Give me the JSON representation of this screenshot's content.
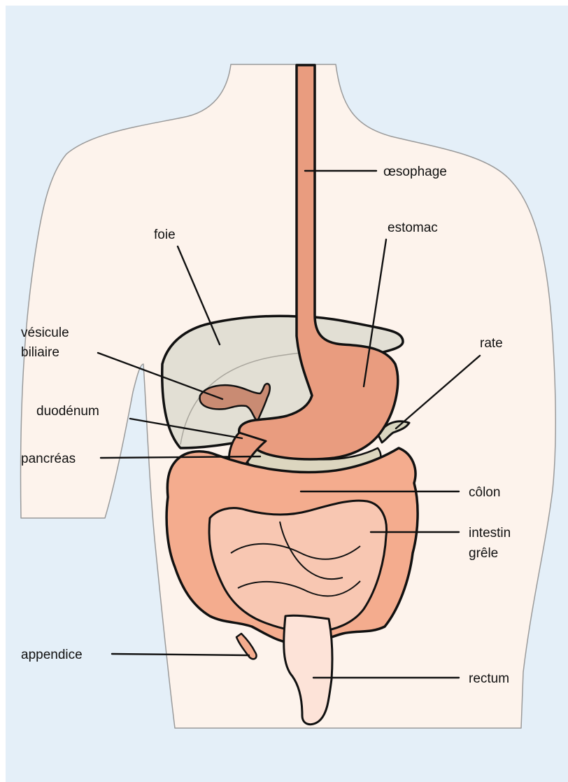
{
  "colors": {
    "background": "#e4eff8",
    "body": "#fdf3ec",
    "body_outline": "#9a9a9a",
    "liver": "#e2dfd4",
    "gallbladder": "#c98b73",
    "esophagus_stomach": "#e99c7f",
    "spleen": "#d9d6c0",
    "pancreas": "#dcd6bf",
    "colon": "#f4ac8e",
    "small_intestine": "#f8c7b2",
    "rectum": "#fde3d8",
    "outline": "#111111"
  },
  "labels": {
    "oesophagus": "œsophage",
    "liver": "foie",
    "stomach": "estomac",
    "gallbladder_line1": "vésicule",
    "gallbladder_line2": "biliaire",
    "spleen": "rate",
    "duodenum": "duodénum",
    "pancreas": "pancréas",
    "colon": "côlon",
    "small_intestine_line1": "intestin",
    "small_intestine_line2": "grêle",
    "appendix": "appendice",
    "rectum": "rectum"
  }
}
